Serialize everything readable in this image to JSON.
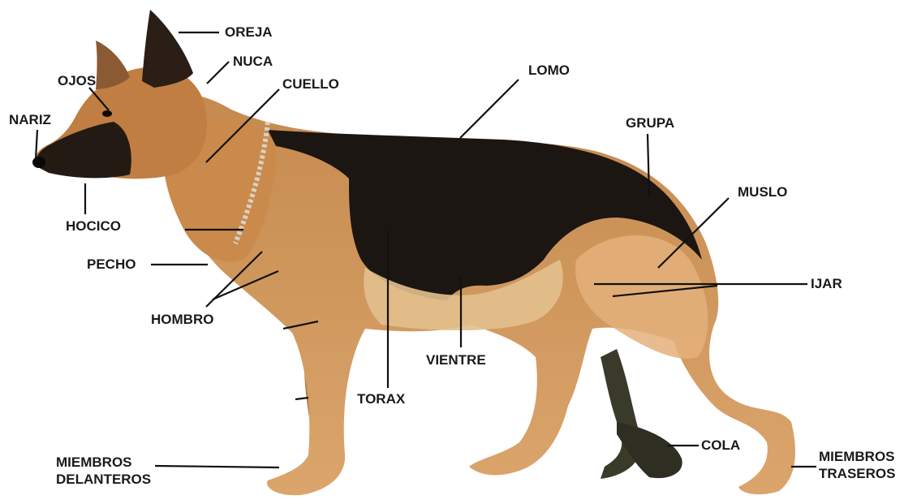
{
  "colors": {
    "coat_tan": "#c98f52",
    "coat_light": "#e0b27a",
    "saddle_black": "#1b1612",
    "label_text": "#1a1a1a",
    "leader_line": "#111111"
  },
  "labels": {
    "oreja": "OREJA",
    "nuca": "NUCA",
    "ojos": "OJOS",
    "cuello": "CUELLO",
    "nariz": "NARIZ",
    "lomo": "LOMO",
    "grupa": "GRUPA",
    "muslo": "MUSLO",
    "hocico": "HOCICO",
    "pecho": "PECHO",
    "ijar": "IJAR",
    "hombro": "HOMBRO",
    "vientre": "VIENTRE",
    "torax": "TORAX",
    "cola": "COLA",
    "miembros_delanteros_1": "MIEMBROS",
    "miembros_delanteros_2": "DELANTEROS",
    "miembros_traseros_1": "MIEMBROS",
    "miembros_traseros_2": "TRASEROS"
  }
}
